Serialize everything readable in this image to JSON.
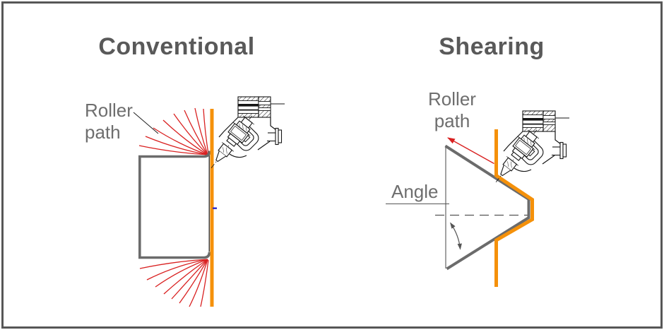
{
  "figure": {
    "left_panel": {
      "title": "Conventional",
      "label": {
        "line1": "Roller",
        "line2": "path"
      }
    },
    "right_panel": {
      "title": "Shearing",
      "label": {
        "line1": "Roller",
        "line2": "path"
      },
      "angle_label": "Angle"
    }
  },
  "colors": {
    "background": "#FFFFFF",
    "border_gray": "#575757",
    "title_gray": "#595959",
    "label_gray": "#6E6E6E",
    "outline_gray": "#6B6B6B",
    "sheet_orange": "#F5910A",
    "roller_path_red": "#D92121",
    "annotation_gray": "#555555",
    "drawing_black": "#151515",
    "center_mark_blue": "#2A2ACC"
  },
  "icons": {
    "tool": "cad-roller-tool-head-icon",
    "arrow": "roller-path-arrow-icon",
    "arc": "angle-arc-icon"
  }
}
